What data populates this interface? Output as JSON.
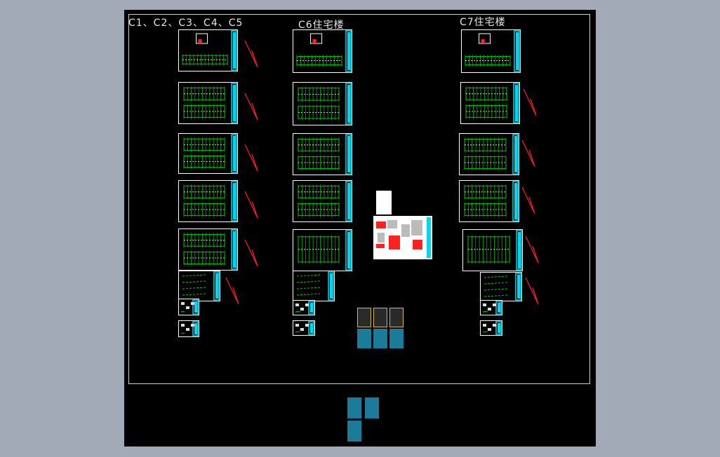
{
  "colors": {
    "background": "#a2aab8",
    "canvas": "#000000",
    "frame": "#cfcfcf",
    "sheet_border": "#ffffff",
    "title_block": "#00d7f0",
    "plan_green": "#00c800",
    "mark_red": "#ff2020",
    "cyan_block": "#1a7c9a"
  },
  "columns": [
    {
      "title": "C1、C2、C3、C4、C5"
    },
    {
      "title": "C6住宅楼"
    },
    {
      "title": "C7住宅楼"
    }
  ]
}
